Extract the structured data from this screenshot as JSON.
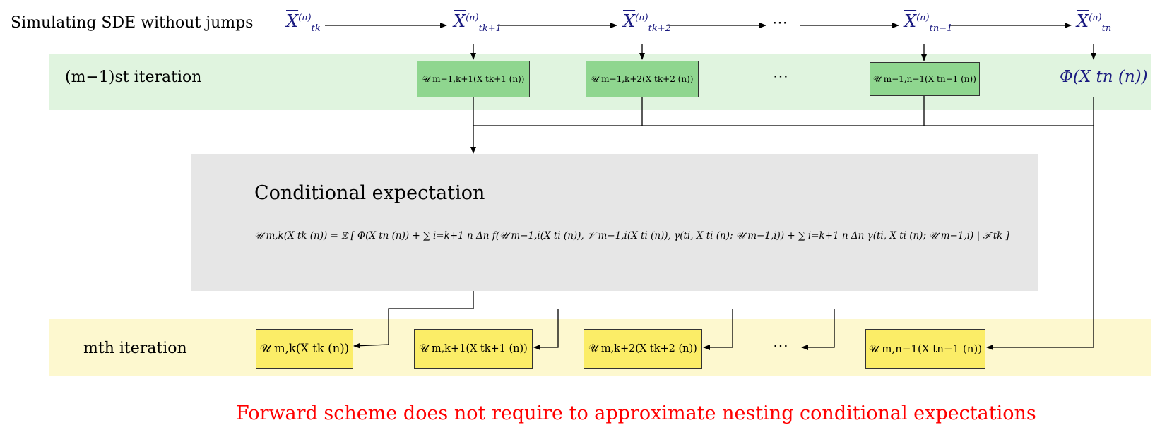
{
  "top_row": {
    "label": "Simulating SDE without jumps",
    "nodes": [
      {
        "base": "X",
        "sup": "(n)",
        "sub": "tk"
      },
      {
        "base": "X",
        "sup": "(n)",
        "sub": "tk+1"
      },
      {
        "base": "X",
        "sup": "(n)",
        "sub": "tk+2"
      },
      {
        "base": "X",
        "sup": "(n)",
        "sub": "tn−1"
      },
      {
        "base": "X",
        "sup": "(n)",
        "sub": "tn"
      }
    ],
    "ellipsis": "⋯"
  },
  "prev_iteration": {
    "label": "(m−1)st iteration",
    "boxes": [
      {
        "text": "𝒰 m−1,k+1(X tk+1 (n))"
      },
      {
        "text": "𝒰 m−1,k+2(X tk+2 (n))"
      },
      {
        "text": "𝒰 m−1,n−1(X tn−1 (n))"
      }
    ],
    "ellipsis": "⋯",
    "terminal": "Φ(X tn (n))"
  },
  "conditional": {
    "title": "Conditional expectation",
    "formula": "𝒰 m,k(X tk (n)) = 𝔼̂ [ Φ(X tn (n)) + ∑ i=k+1 n Δn f(𝒰 m−1,i(X ti (n)), 𝒱 m−1,i(X ti (n)), γ(ti, X ti (n); 𝒰 m−1,i)) + ∑ i=k+1 n Δn γ(ti, X ti (n); 𝒰 m−1,i) | ℱ tk ]"
  },
  "curr_iteration": {
    "label": "mth iteration",
    "boxes": [
      {
        "text": "𝒰 m,k(X tk (n))"
      },
      {
        "text": "𝒰 m,k+1(X tk+1 (n))"
      },
      {
        "text": "𝒰 m,k+2(X tk+2 (n))"
      },
      {
        "text": "𝒰 m,n−1(X tn−1 (n))"
      }
    ],
    "ellipsis": "⋯"
  },
  "caption": "Forward scheme does not require to approximate nesting conditional expectations",
  "colors": {
    "green_band": "#e0f4df",
    "green_box": "#8fd68f",
    "yellow_band": "#fdf8cf",
    "yellow_box": "#fbed67",
    "gray_box": "#e6e6e6",
    "node_text": "#1a1a80",
    "caption": "#ff0000"
  }
}
